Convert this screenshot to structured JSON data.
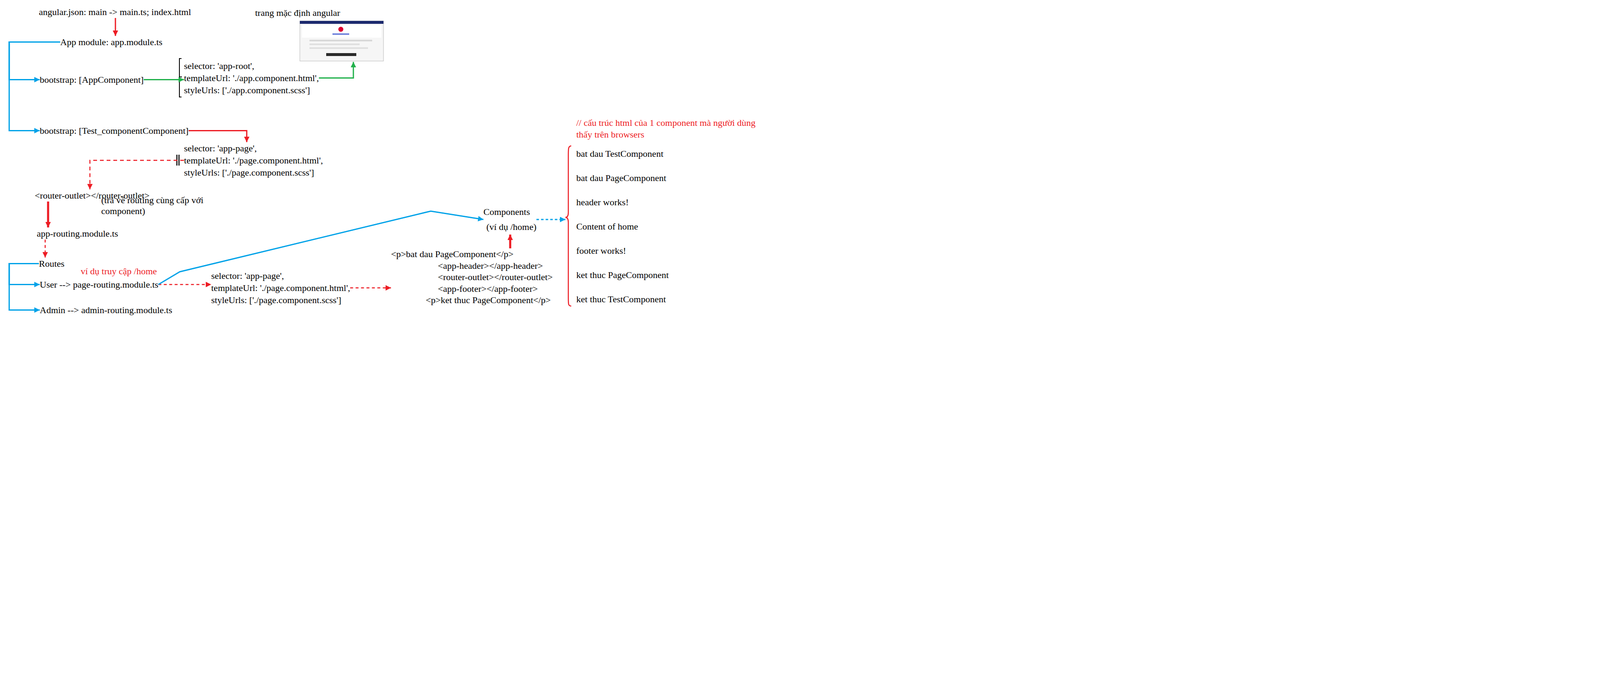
{
  "diagram": {
    "nodes": [
      {
        "text": [
          "angular.json: main -> main.ts; index.html"
        ]
      },
      {
        "text": [
          "App module: app.module.ts"
        ]
      },
      {
        "text": [
          "bootstrap: [AppComponent]"
        ]
      },
      {
        "text": [
          "selector: 'app-root',",
          "templateUrl: './app.component.html',",
          "styleUrls: ['./app.component.scss']"
        ]
      },
      {
        "text": [
          "trang mặc định angular"
        ]
      },
      {
        "text": [
          "bootstrap: [Test_componentComponent]"
        ]
      },
      {
        "text": [
          "selector: 'app-page',",
          "templateUrl: './page.component.html',",
          "styleUrls: ['./page.component.scss']"
        ]
      },
      {
        "text": [
          "<router-outlet></router-outlet>"
        ]
      },
      {
        "text": [
          "app-routing.module.ts"
        ]
      },
      {
        "text": [
          "Routes"
        ]
      },
      {
        "text": [
          "User --> page-routing.module.ts"
        ]
      },
      {
        "text": [
          "Admin --> admin-routing.module.ts"
        ]
      },
      {
        "text": [
          "selector: 'app-page',",
          "templateUrl: './page.component.html',",
          "styleUrls: ['./page.component.scss']"
        ]
      },
      {
        "text": [
          "<p>bat dau PageComponent</p>",
          "<app-header></app-header>",
          "<router-outlet></router-outlet>",
          "<app-footer></app-footer>",
          "<p>ket thuc PageComponent</p>"
        ]
      },
      {
        "text": [
          "Components",
          "(ví dụ /home)"
        ]
      },
      {
        "text": [
          "// cấu trúc html của 1 component mà người dùng thấy trên browsers",
          "bat dau TestComponent",
          "bat dau PageComponent",
          "header works!",
          "Content of home",
          "footer works!",
          "ket thuc PageComponent",
          "ket thuc TestComponent"
        ]
      }
    ],
    "edges": [
      {
        "from": 0,
        "to": 1,
        "arrow": "to"
      },
      {
        "from": 1,
        "to": 2,
        "arrow": "to"
      },
      {
        "from": 1,
        "to": 5,
        "arrow": "to"
      },
      {
        "from": 2,
        "to": 3,
        "arrow": "to"
      },
      {
        "from": 3,
        "to": 4,
        "arrow": "to"
      },
      {
        "from": 5,
        "to": 6,
        "arrow": "to"
      },
      {
        "from": 6,
        "to": 7,
        "arrow": "to"
      },
      {
        "from": 7,
        "to": 8,
        "arrow": "to"
      },
      {
        "from": 8,
        "to": 9,
        "arrow": "to"
      },
      {
        "from": 9,
        "to": 10,
        "arrow": "to"
      },
      {
        "from": 9,
        "to": 11,
        "arrow": "to"
      },
      {
        "from": 10,
        "to": 12,
        "arrow": "to"
      },
      {
        "from": 12,
        "to": 13,
        "arrow": "to"
      },
      {
        "from": 13,
        "to": 14,
        "arrow": "to"
      },
      {
        "from": 10,
        "to": 14,
        "label": "ví dụ truy cập /home",
        "arrow": "to"
      },
      {
        "from": 14,
        "to": 15,
        "arrow": "to"
      }
    ],
    "labels": [
      "(trả về routing cùng cấp với component)"
    ]
  }
}
